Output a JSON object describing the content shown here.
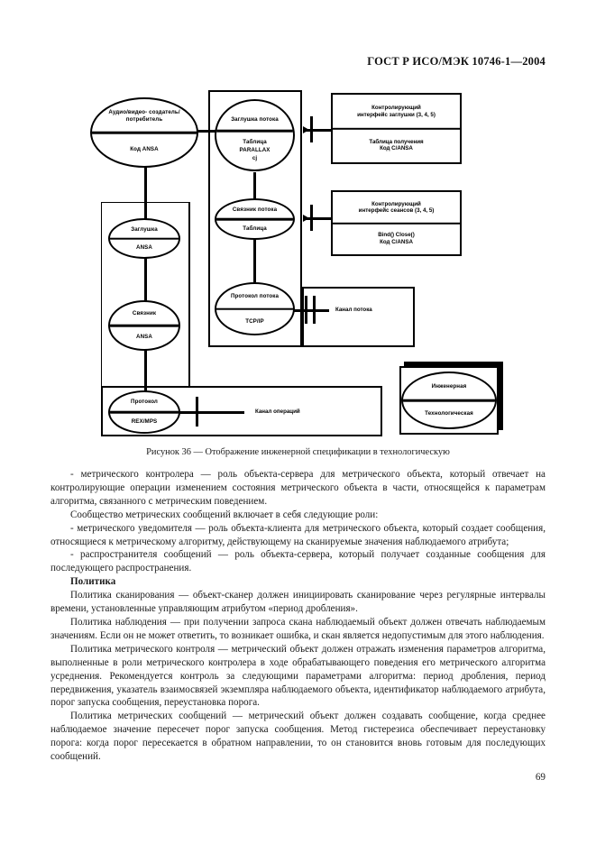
{
  "header": {
    "standard": "ГОСТ Р ИСО/МЭК 10746-1—2004"
  },
  "figure": {
    "caption": "Рисунок 36 — Отображение инженерной спецификации в технологическую",
    "nodes": [
      {
        "id": "av-producer",
        "top": "Аудио/видео-\nсоздатель/потребитель",
        "bottom": "Код ANSA"
      },
      {
        "id": "stream-stub",
        "top": "Заглушка потока",
        "bottom": "Таблица\nPARALLAX\ncj"
      },
      {
        "id": "stream-binder",
        "top": "Связник потока",
        "bottom": "Таблица"
      },
      {
        "id": "stream-protocol",
        "top": "Протокол потока",
        "bottom": "TCP/IP"
      },
      {
        "id": "stub",
        "top": "Заглушка",
        "bottom": "ANSA"
      },
      {
        "id": "binder",
        "top": "Связник",
        "bottom": "ANSA"
      },
      {
        "id": "protocol",
        "top": "Протокол",
        "bottom": "REX/MPS"
      }
    ],
    "interfaces": [
      {
        "id": "stub-control-interface",
        "top": "Контролирующий\nинтерфейс заглушки (3, 4, 5)",
        "bottom": "Таблица получения\nКод C/ANSA"
      },
      {
        "id": "session-control-interface",
        "top": "Контролирующий\nинтерфейс сеансов (3, 4, 5)",
        "bottom": "Bind() Close()\nКод C/ANSA"
      }
    ],
    "channels": [
      {
        "id": "stream-channel",
        "label": "Канал потока"
      },
      {
        "id": "operations-channel",
        "label": "Канал операций"
      }
    ],
    "legend": {
      "top": "Инженерная",
      "bottom": "Технологическая"
    }
  },
  "body": {
    "paragraphs": [
      "- метрического контролера — роль объекта-сервера для метрического объекта, который отвечает на контролирующие операции изменением состояния метрического объекта в части, относящейся к параметрам алгоритма, связанного с метрическим поведением.",
      "Сообщество метрических сообщений включает в себя следующие роли:",
      "- метрического уведомителя — роль объекта-клиента для метрического объекта, который создает сообщения, относящиеся к метрическому алгоритму, действующему на сканируемые значения наблюдаемого атрибута;",
      "- распространителя сообщений — роль объекта-сервера, который получает созданные сообщения для последующего распространения.",
      "Политика",
      "Политика сканирования — объект-сканер должен инициировать сканирование через регулярные интервалы времени, установленные управляющим атрибутом «период дробления».",
      "Политика наблюдения — при получении запроса скана наблюдаемый объект должен отвечать наблюдаемым значениям. Если он не может ответить, то возникает ошибка, и скан является недопустимым для этого наблюдения.",
      "Политика метрического контроля — метрический объект должен отражать изменения параметров алгоритма, выполненные в роли метрического контролера в ходе обрабатывающего поведения его метрического алгоритма усреднения. Рекомендуется контроль за следующими параметрами алгоритма: период дробления, период передвижения, указатель взаимосвязей экземпляра наблюдаемого объекта, идентификатор наблюдаемого атрибута, порог запуска сообщения, переустановка порога.",
      "Политика метрических сообщений — метрический объект должен создавать сообщение, когда среднее наблюдаемое значение пересечет порог запуска сообщения. Метод гистерезиса обеспечивает переустановку порога: когда порог пересекается в обратном направлении, то он становится вновь готовым для последующих сообщений."
    ],
    "bold_indexes": [
      4
    ]
  },
  "footer": {
    "page_number": "69"
  }
}
